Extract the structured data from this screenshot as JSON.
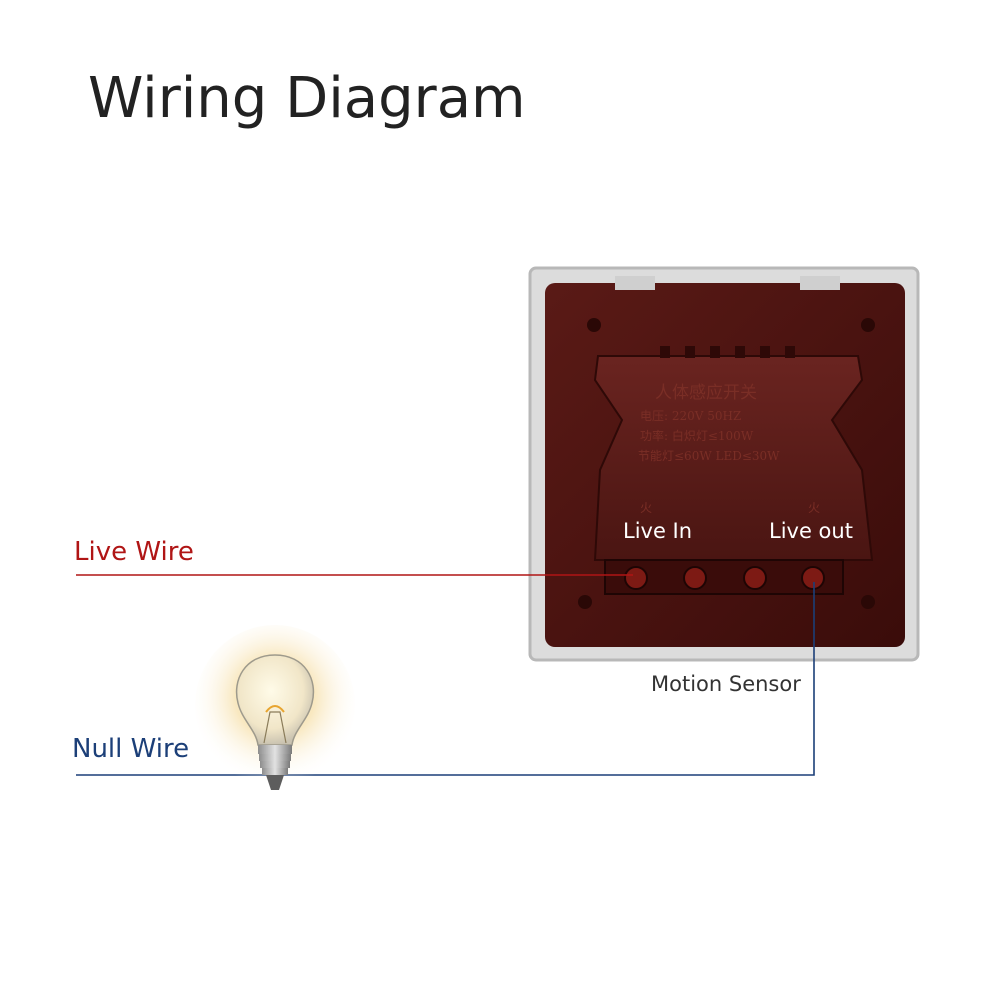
{
  "title": "Wiring Diagram",
  "labels": {
    "live_wire": "Live Wire",
    "null_wire": "Null Wire",
    "live_in": "Live In",
    "live_out": "Live out",
    "motion_sensor": "Motion Sensor"
  },
  "device_label": {
    "line1": "人体感应开关",
    "line2": "电压: 220V 50HZ",
    "line3": "功率: 白炽灯≤100W",
    "line4": "节能灯≤60W LED≤30W",
    "left_mark": "火",
    "right_mark": "火"
  },
  "colors": {
    "live_wire": "#b01515",
    "null_wire": "#1c3f78",
    "panel": "#4a1210",
    "plate": "#d9d9d9"
  }
}
